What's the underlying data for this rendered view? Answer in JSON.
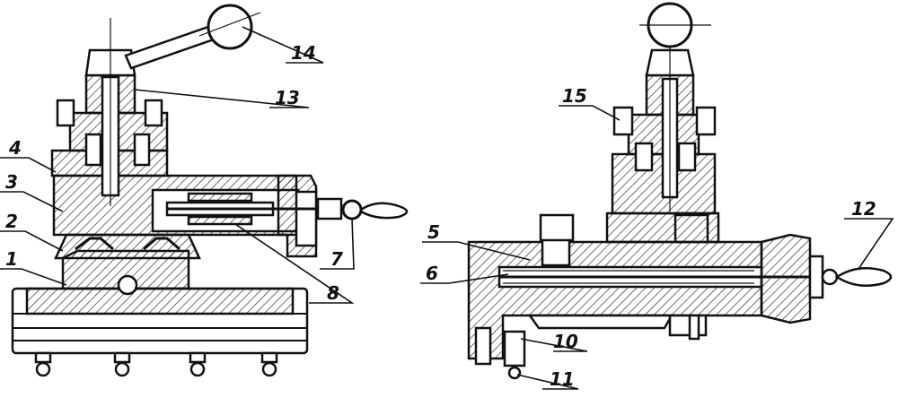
{
  "callouts": [
    {
      "id": "1",
      "text": "1"
    },
    {
      "id": "2",
      "text": "2"
    },
    {
      "id": "3",
      "text": "3"
    },
    {
      "id": "4",
      "text": "4"
    },
    {
      "id": "5",
      "text": "5"
    },
    {
      "id": "6",
      "text": "6"
    },
    {
      "id": "7",
      "text": "7"
    },
    {
      "id": "8",
      "text": "8"
    },
    {
      "id": "10",
      "text": "10"
    },
    {
      "id": "11",
      "text": "11"
    },
    {
      "id": "12",
      "text": "12"
    },
    {
      "id": "13",
      "text": "13"
    },
    {
      "id": "14",
      "text": "14"
    },
    {
      "id": "15",
      "text": "15"
    }
  ]
}
